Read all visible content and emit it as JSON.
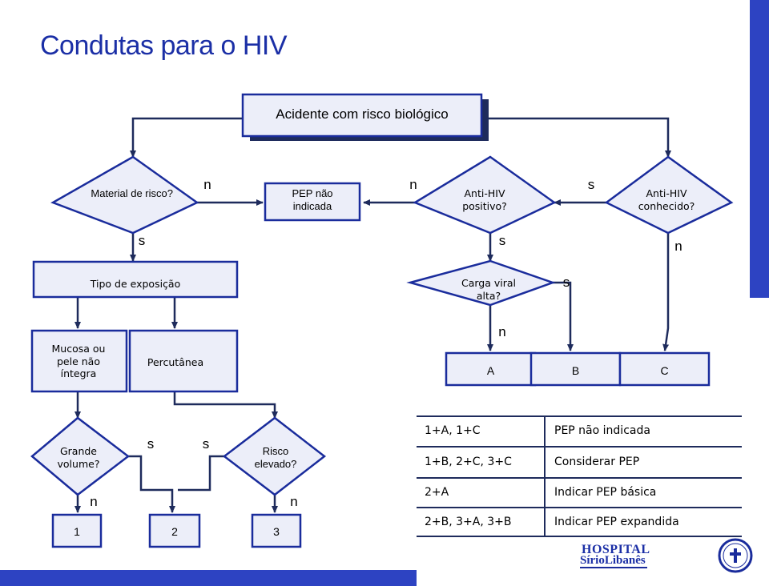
{
  "title": "Condutas para o HIV",
  "colors": {
    "accent": "#2d43c2",
    "box_fill": "#eceef9",
    "box_border": "#2235a8"
  },
  "nodes": {
    "accident": "Acidente com risco biológico",
    "material": "Material de risco?",
    "pep_nao_indicada": "PEP não indicada",
    "anti_hiv_positivo": "Anti-HIV positivo?",
    "anti_hiv_conhecido": "Anti-HIV conhecido?",
    "tipo_exposicao": "Tipo de exposição",
    "carga_viral": "Carga viral alta?",
    "mucosa": "Mucosa ou pele não íntegra",
    "percutanea": "Percutânea",
    "a": "A",
    "b": "B",
    "c": "C",
    "grande_volume": "Grande volume?",
    "risco_elevado": "Risco elevado?",
    "one": "1",
    "two": "2",
    "three": "3"
  },
  "edges": {
    "n1": "n",
    "n2": "n",
    "s1": "s",
    "s2": "s",
    "s3": "s",
    "n3": "n",
    "s4": "s",
    "n4": "n",
    "s5": "s",
    "s6": "s",
    "n5": "n",
    "n6": "n"
  },
  "table": {
    "rows": [
      {
        "combo": "1+A, 1+C",
        "action": "PEP não indicada"
      },
      {
        "combo": "1+B, 2+C, 3+C",
        "action": "Considerar PEP"
      },
      {
        "combo": "2+A",
        "action": "Indicar PEP básica"
      },
      {
        "combo": "2+B, 3+A, 3+B",
        "action": "Indicar PEP expandida"
      }
    ]
  },
  "logo": {
    "line1": "HOSPITAL",
    "line2": "SírioLibanês"
  }
}
